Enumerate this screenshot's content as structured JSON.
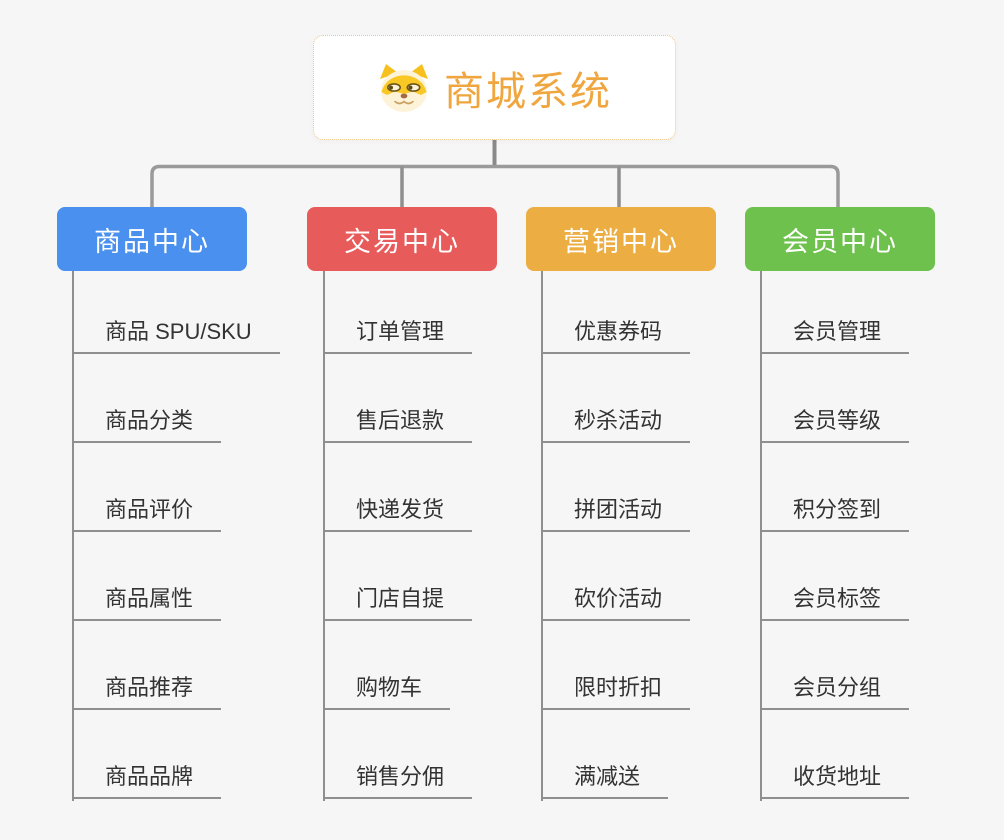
{
  "root": {
    "title": "商城系统",
    "icon": "dog-face-icon"
  },
  "branches": [
    {
      "label": "商品中心",
      "color": "#4a90ee",
      "children": [
        "商品 SPU/SKU",
        "商品分类",
        "商品评价",
        "商品属性",
        "商品推荐",
        "商品品牌"
      ]
    },
    {
      "label": "交易中心",
      "color": "#e85b5b",
      "children": [
        "订单管理",
        "售后退款",
        "快递发货",
        "门店自提",
        "购物车",
        "销售分佣"
      ]
    },
    {
      "label": "营销中心",
      "color": "#ecae42",
      "children": [
        "优惠券码",
        "秒杀活动",
        "拼团活动",
        "砍价活动",
        "限时折扣",
        "满减送"
      ]
    },
    {
      "label": "会员中心",
      "color": "#6ec14c",
      "children": [
        "会员管理",
        "会员等级",
        "积分签到",
        "会员标签",
        "会员分组",
        "收货地址"
      ]
    }
  ],
  "colors": {
    "background": "#f6f6f6",
    "root_text": "#f0a63e",
    "root_border": "#f2c276",
    "connector": "#909090",
    "leaf_line": "#8f8f8f",
    "leaf_text": "#333333"
  }
}
